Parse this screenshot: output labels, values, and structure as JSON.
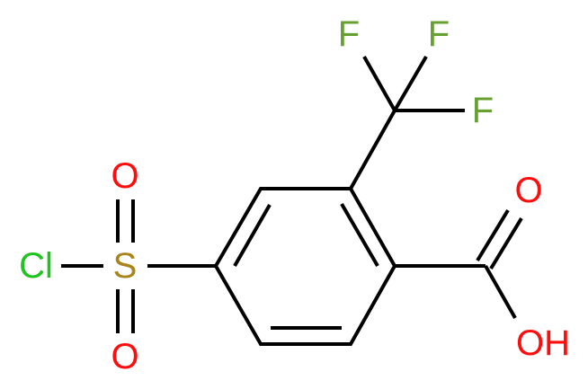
{
  "molecule": {
    "atoms": {
      "cl": {
        "label": "Cl",
        "color": "#1FC41F"
      },
      "s": {
        "label": "S",
        "color": "#A8841A"
      },
      "o_sulfonyl_top": {
        "label": "O",
        "color": "#FF0D0D"
      },
      "o_sulfonyl_bottom": {
        "label": "O",
        "color": "#FF0D0D"
      },
      "f1": {
        "label": "F",
        "color": "#65A030"
      },
      "f2": {
        "label": "F",
        "color": "#65A030"
      },
      "f3": {
        "label": "F",
        "color": "#65A030"
      },
      "o_carbonyl": {
        "label": "O",
        "color": "#FF0D0D"
      },
      "oh": {
        "label": "OH",
        "color": "#FF0D0D"
      }
    },
    "bond_color": "#000000"
  }
}
